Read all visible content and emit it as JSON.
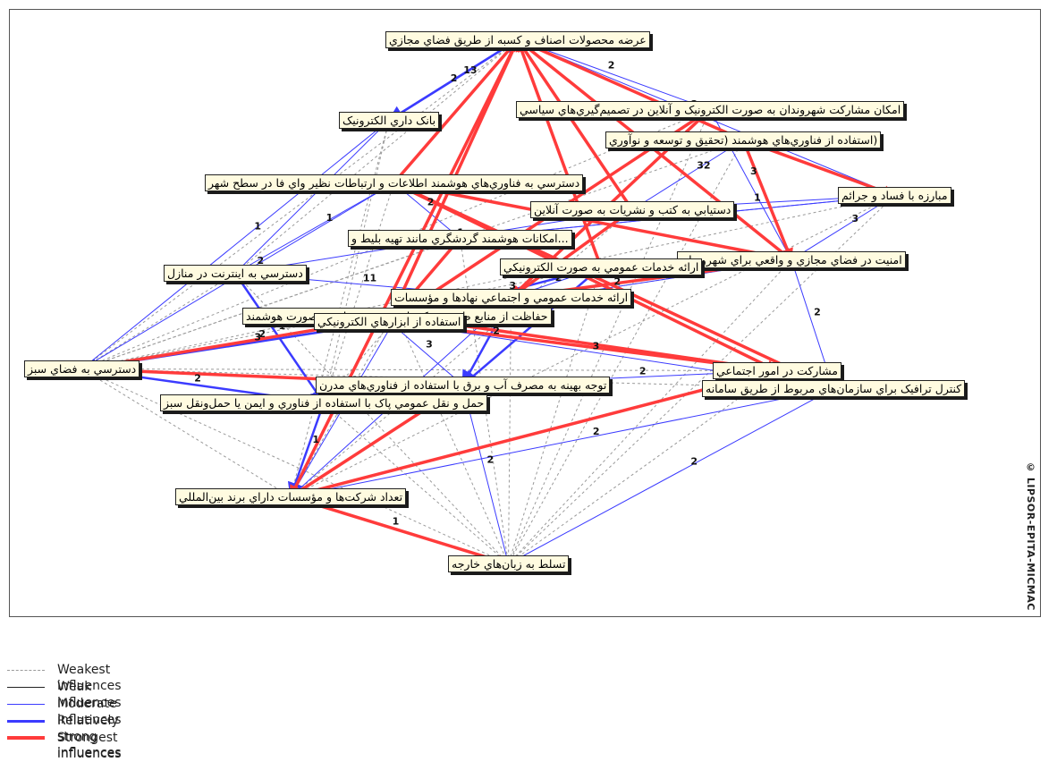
{
  "diagram": {
    "watermark": "© LIPSOR-EPITA-MICMAC",
    "nodes": [
      {
        "id": "n1",
        "label": "عرضه محصولات اصناف و کسبه از طريق فضاي مجازي"
      },
      {
        "id": "n2",
        "label": "امکان مشارکت شهروندان به صورت الکترونيک و آنلاين در تصميم‌گيري‌هاي سياسي"
      },
      {
        "id": "n3",
        "label": "بانک داري الکترونيک"
      },
      {
        "id": "n4",
        "label": "(استفاده از فناوري‌هاي هوشمند (تحقيق و توسعه و نوآوري"
      },
      {
        "id": "n5",
        "label": "دسترسي به فناوري‌هاي هوشمند اطلاعات و ارتباطات نظير واي فا در سطح شهر"
      },
      {
        "id": "n6",
        "label": "مبارزه با فساد و جرائم"
      },
      {
        "id": "n7",
        "label": "دستيابي به کتب و نشريات به صورت آنلاين"
      },
      {
        "id": "n8",
        "label": "...امکانات هوشمند گردشگري مانند تهيه بليط و"
      },
      {
        "id": "n9",
        "label": "امنيت در فضاي مجازي و واقعي براي شهروندان"
      },
      {
        "id": "n10",
        "label": "دسترسي به اينترنت در منازل"
      },
      {
        "id": "n11",
        "label": "ارائه خدمات عمومي به صورت الکترونيکي"
      },
      {
        "id": "n12",
        "label": "ارائه خدمات عمومي و اجتماعي نهادها و مؤسسات"
      },
      {
        "id": "n13",
        "label": "حفاظت از منابع طبيعي و کنترل زيست‌محيطي به صورت هوشمند"
      },
      {
        "id": "n14",
        "label": "استفاده از ابزارهاي الکترونيکي"
      },
      {
        "id": "n15",
        "label": "مشارکت در امور اجتماعي"
      },
      {
        "id": "n16",
        "label": "دسترسي به فضاي سبز"
      },
      {
        "id": "n17",
        "label": "کنترل ترافيک براي سازمان‌هاي مربوط از طريق سامانه"
      },
      {
        "id": "n18",
        "label": "توجه بهينه به مصرف آب و برق با استفاده از فناوري‌هاي مدرن"
      },
      {
        "id": "n19",
        "label": "حمل و نقل عمومي پاک با استفاده از فناوري و ايمن يا حمل‌ونقل سبز"
      },
      {
        "id": "n20",
        "label": "تعداد شرکت‌ها و مؤسسات داراي برند بين‌المللي"
      },
      {
        "id": "n21",
        "label": "تسلط به زبان‌هاي خارجه"
      }
    ],
    "edges": [
      {
        "from": "n1",
        "to": "n20",
        "strength": "strongest",
        "label": ""
      },
      {
        "from": "n9",
        "to": "n1",
        "strength": "strongest",
        "label": ""
      },
      {
        "from": "n5",
        "to": "n1",
        "strength": "strongest",
        "label": ""
      },
      {
        "from": "n3",
        "to": "n1",
        "strength": "relatively_strong",
        "label": "2"
      },
      {
        "from": "n7",
        "to": "n1",
        "strength": "strongest",
        "label": ""
      },
      {
        "from": "n11",
        "to": "n1",
        "strength": "strongest",
        "label": ""
      },
      {
        "from": "n14",
        "to": "n1",
        "strength": "strongest",
        "label": ""
      },
      {
        "from": "n4",
        "to": "n6",
        "strength": "strongest",
        "label": ""
      },
      {
        "from": "n4",
        "to": "n9",
        "strength": "strongest",
        "label": ""
      },
      {
        "from": "n5",
        "to": "n9",
        "strength": "strongest",
        "label": ""
      },
      {
        "from": "n5",
        "to": "n15",
        "strength": "strongest",
        "label": ""
      },
      {
        "from": "n5",
        "to": "n17",
        "strength": "strongest",
        "label": ""
      },
      {
        "from": "n11",
        "to": "n9",
        "strength": "strongest",
        "label": ""
      },
      {
        "from": "n12",
        "to": "n9",
        "strength": "strongest",
        "label": ""
      },
      {
        "from": "n13",
        "to": "n15",
        "strength": "strongest",
        "label": ""
      },
      {
        "from": "n14",
        "to": "n15",
        "strength": "strongest",
        "label": ""
      },
      {
        "from": "n16",
        "to": "n13",
        "strength": "strongest",
        "label": ""
      },
      {
        "from": "n16",
        "to": "n18",
        "strength": "strongest",
        "label": ""
      },
      {
        "from": "n18",
        "to": "n20",
        "strength": "strongest",
        "label": ""
      },
      {
        "from": "n15",
        "to": "n20",
        "strength": "strongest",
        "label": ""
      },
      {
        "from": "n20",
        "to": "n21",
        "strength": "strongest",
        "label": "1"
      },
      {
        "from": "n7",
        "to": "n12",
        "strength": "strongest",
        "label": ""
      },
      {
        "from": "n2",
        "to": "n13",
        "strength": "strongest",
        "label": ""
      },
      {
        "from": "n4",
        "to": "n1",
        "strength": "strongest",
        "label": ""
      },
      {
        "from": "n2",
        "to": "n12",
        "strength": "strongest",
        "label": ""
      },
      {
        "from": "n8",
        "to": "n14",
        "strength": "strongest",
        "label": ""
      },
      {
        "from": "n1",
        "to": "n3",
        "strength": "relatively_strong",
        "label": "13"
      },
      {
        "from": "n1",
        "to": "n2",
        "strength": "moderate",
        "label": "2"
      },
      {
        "from": "n1",
        "to": "n6",
        "strength": "moderate",
        "label": "2"
      },
      {
        "from": "n3",
        "to": "n16",
        "strength": "moderate",
        "label": "1"
      },
      {
        "from": "n3",
        "to": "n10",
        "strength": "moderate",
        "label": "3"
      },
      {
        "from": "n5",
        "to": "n10",
        "strength": "moderate",
        "label": "1"
      },
      {
        "from": "n5",
        "to": "n16",
        "strength": "moderate",
        "label": "2"
      },
      {
        "from": "n10",
        "to": "n12",
        "strength": "moderate",
        "label": "11"
      },
      {
        "from": "n10",
        "to": "n19",
        "strength": "relatively_strong",
        "label": "1"
      },
      {
        "from": "n8",
        "to": "n6",
        "strength": "moderate",
        "label": "1"
      },
      {
        "from": "n7",
        "to": "n6",
        "strength": "moderate",
        "label": "1"
      },
      {
        "from": "n6",
        "to": "n9",
        "strength": "moderate",
        "label": "3"
      },
      {
        "from": "n9",
        "to": "n14",
        "strength": "moderate",
        "label": "2"
      },
      {
        "from": "n9",
        "to": "n17",
        "strength": "moderate",
        "label": "2"
      },
      {
        "from": "n12",
        "to": "n16",
        "strength": "relatively_strong",
        "label": "3"
      },
      {
        "from": "n13",
        "to": "n16",
        "strength": "relatively_strong",
        "label": "2"
      },
      {
        "from": "n14",
        "to": "n16",
        "strength": "relatively_strong",
        "label": "3"
      },
      {
        "from": "n14",
        "to": "n17",
        "strength": "moderate",
        "label": "3"
      },
      {
        "from": "n11",
        "to": "n18",
        "strength": "relatively_strong",
        "label": "3"
      },
      {
        "from": "n12",
        "to": "n18",
        "strength": "relatively_strong",
        "label": "2"
      },
      {
        "from": "n16",
        "to": "n19",
        "strength": "relatively_strong",
        "label": "2"
      },
      {
        "from": "n17",
        "to": "n20",
        "strength": "moderate",
        "label": "2"
      },
      {
        "from": "n17",
        "to": "n21",
        "strength": "moderate",
        "label": "2"
      },
      {
        "from": "n18",
        "to": "n21",
        "strength": "moderate",
        "label": "2"
      },
      {
        "from": "n19",
        "to": "n20",
        "strength": "relatively_strong",
        "label": "1"
      },
      {
        "from": "n13",
        "to": "n20",
        "strength": "moderate",
        "label": "1"
      },
      {
        "from": "n12",
        "to": "n20",
        "strength": "moderate",
        "label": "2"
      },
      {
        "from": "n14",
        "to": "n18",
        "strength": "moderate",
        "label": "3"
      },
      {
        "from": "n11",
        "to": "n14",
        "strength": "relatively_strong",
        "label": "3"
      },
      {
        "from": "n2",
        "to": "n9",
        "strength": "moderate",
        "label": "3"
      },
      {
        "from": "n4",
        "to": "n7",
        "strength": "moderate",
        "label": "32"
      },
      {
        "from": "n5",
        "to": "n8",
        "strength": "moderate",
        "label": "2"
      },
      {
        "from": "n6",
        "to": "n8",
        "strength": "moderate",
        "label": "3"
      },
      {
        "from": "n9",
        "to": "n11",
        "strength": "moderate",
        "label": "3"
      },
      {
        "from": "n12",
        "to": "n11",
        "strength": "moderate",
        "label": "2"
      },
      {
        "from": "n15",
        "to": "n18",
        "strength": "moderate",
        "label": "2"
      },
      {
        "from": "n7",
        "to": "n10",
        "strength": "moderate",
        "label": "1"
      },
      {
        "from": "n1",
        "to": "n16",
        "strength": "weakest",
        "label": ""
      },
      {
        "from": "n1",
        "to": "n10",
        "strength": "weakest",
        "label": ""
      },
      {
        "from": "n2",
        "to": "n16",
        "strength": "weakest",
        "label": ""
      },
      {
        "from": "n2",
        "to": "n21",
        "strength": "weakest",
        "label": ""
      },
      {
        "from": "n3",
        "to": "n19",
        "strength": "weakest",
        "label": ""
      },
      {
        "from": "n3",
        "to": "n20",
        "strength": "weakest",
        "label": ""
      },
      {
        "from": "n4",
        "to": "n16",
        "strength": "weakest",
        "label": ""
      },
      {
        "from": "n4",
        "to": "n21",
        "strength": "weakest",
        "label": ""
      },
      {
        "from": "n6",
        "to": "n16",
        "strength": "weakest",
        "label": ""
      },
      {
        "from": "n6",
        "to": "n20",
        "strength": "weakest",
        "label": ""
      },
      {
        "from": "n8",
        "to": "n16",
        "strength": "weakest",
        "label": ""
      },
      {
        "from": "n8",
        "to": "n21",
        "strength": "weakest",
        "label": ""
      },
      {
        "from": "n9",
        "to": "n16",
        "strength": "weakest",
        "label": ""
      },
      {
        "from": "n9",
        "to": "n21",
        "strength": "weakest",
        "label": ""
      },
      {
        "from": "n10",
        "to": "n16",
        "strength": "weakest",
        "label": ""
      },
      {
        "from": "n10",
        "to": "n21",
        "strength": "weakest",
        "label": ""
      },
      {
        "from": "n11",
        "to": "n16",
        "strength": "weakest",
        "label": ""
      },
      {
        "from": "n11",
        "to": "n21",
        "strength": "weakest",
        "label": ""
      },
      {
        "from": "n12",
        "to": "n21",
        "strength": "weakest",
        "label": ""
      },
      {
        "from": "n13",
        "to": "n21",
        "strength": "weakest",
        "label": ""
      },
      {
        "from": "n14",
        "to": "n20",
        "strength": "weakest",
        "label": ""
      },
      {
        "from": "n15",
        "to": "n16",
        "strength": "weakest",
        "label": ""
      },
      {
        "from": "n15",
        "to": "n21",
        "strength": "weakest",
        "label": ""
      },
      {
        "from": "n16",
        "to": "n20",
        "strength": "weakest",
        "label": ""
      },
      {
        "from": "n16",
        "to": "n21",
        "strength": "weakest",
        "label": ""
      },
      {
        "from": "n17",
        "to": "n16",
        "strength": "weakest",
        "label": ""
      },
      {
        "from": "n19",
        "to": "n21",
        "strength": "weakest",
        "label": ""
      },
      {
        "from": "n18",
        "to": "n16",
        "strength": "weakest",
        "label": ""
      },
      {
        "from": "n6",
        "to": "n21",
        "strength": "weakest",
        "label": ""
      },
      {
        "from": "n7",
        "to": "n20",
        "strength": "weakest",
        "label": ""
      },
      {
        "from": "n5",
        "to": "n19",
        "strength": "weakest",
        "label": ""
      },
      {
        "from": "n13",
        "to": "n19",
        "strength": "weakest",
        "label": ""
      }
    ]
  },
  "legend": [
    {
      "key": "weakest",
      "label": "Weakest influences",
      "color": "#9a9a9a"
    },
    {
      "key": "weak",
      "label": "Weak influences",
      "color": "#222222"
    },
    {
      "key": "moderate",
      "label": "Moderate influences",
      "color": "#3b3bff"
    },
    {
      "key": "relatively_strong",
      "label": "Relatively strong influences",
      "color": "#3b3bff"
    },
    {
      "key": "strongest",
      "label": "Strongest influences",
      "color": "#ff3b3b"
    }
  ]
}
